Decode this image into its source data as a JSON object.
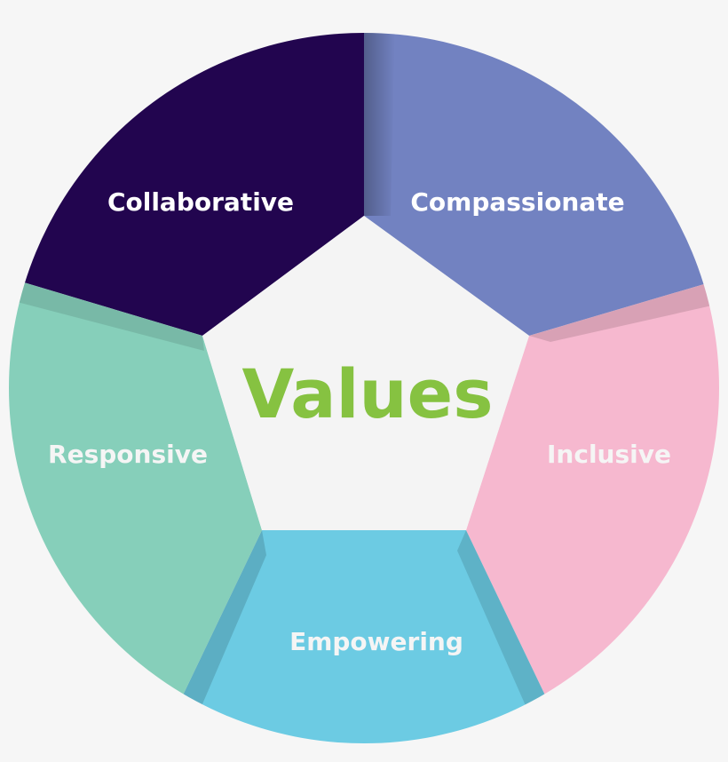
{
  "center": {
    "title": "Values"
  },
  "segments": [
    {
      "label": "Collaborative"
    },
    {
      "label": "Compassionate"
    },
    {
      "label": "Inclusive"
    },
    {
      "label": "Empowering"
    },
    {
      "label": "Responsive"
    }
  ],
  "colors": {
    "background": "#f6f6f6",
    "center_fill": "#f4f4f4",
    "title": "#86c241",
    "collaborative": "#22054f",
    "compassionate": "#7282c1",
    "inclusive": "#f6b8cf",
    "empowering": "#6ccbe3",
    "responsive": "#86cfba"
  }
}
